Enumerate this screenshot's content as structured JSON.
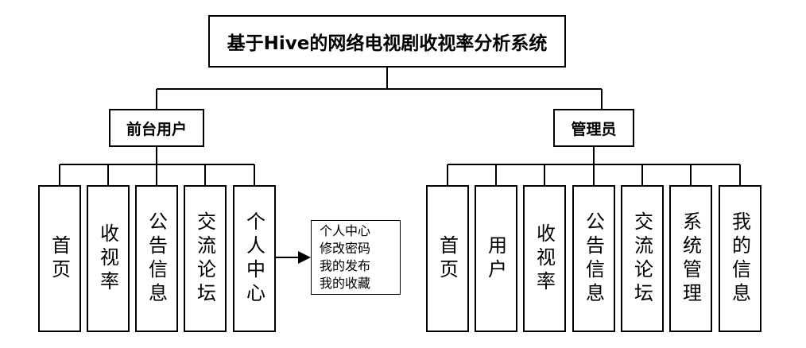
{
  "title": "基于Hive的网络电视剧收视率分析系统",
  "front_user": {
    "label": "前台用户",
    "modules": [
      "首页",
      "收视率",
      "公告信息",
      "交流论坛",
      "个人中心"
    ]
  },
  "admin": {
    "label": "管理员",
    "modules": [
      "首页",
      "用户",
      "收视率",
      "公告信息",
      "交流论坛",
      "系统管理",
      "我的信息"
    ]
  },
  "personal_center_items": [
    "个人中心",
    "修改密码",
    "我的发布",
    "我的收藏"
  ]
}
